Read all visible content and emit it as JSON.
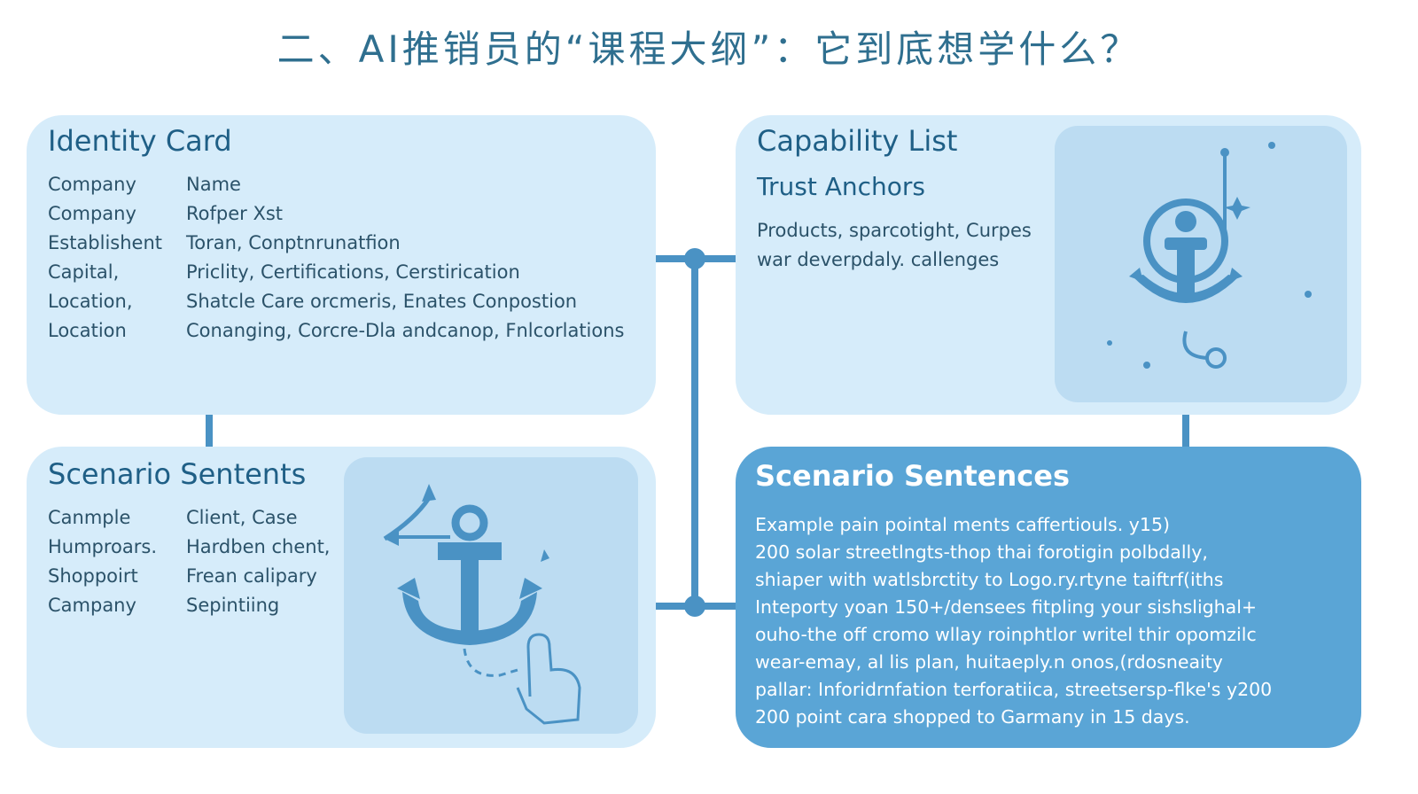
{
  "title": "二、AI推销员的“课程大纲”：它到底想学什么？",
  "identity_card": {
    "heading": "Identity Card",
    "rows": [
      {
        "label": "Company",
        "value": "Name"
      },
      {
        "label": "Company",
        "value": "Rofper Xst"
      },
      {
        "label": "Establishent",
        "value": "Toran, Conptnrunatfion"
      },
      {
        "label": "Capital,",
        "value": "Priclity, Certifications, Cerstirication"
      },
      {
        "label": "Location,",
        "value": "Shatcle Care orcmeris, Enates Conpostion"
      },
      {
        "label": "Location",
        "value": "Conanging, Corcre-Dla andcanop, Fnlcorlations"
      }
    ]
  },
  "capability_list": {
    "heading": "Capability List",
    "subheading": "Trust Anchors",
    "lines": [
      "Products, sparcotight, Curpes",
      "war deverpdaly. callenges"
    ],
    "illustration_icon": "anchor-badge-icon"
  },
  "scenario_left": {
    "heading": "Scenario Sentents",
    "rows": [
      {
        "label": "Canmple",
        "value": "Client, Case"
      },
      {
        "label": "Humproars.",
        "value": "Hardben chent,"
      },
      {
        "label": "Shoppoirt",
        "value": "Frean calipary"
      },
      {
        "label": "Campany",
        "value": "Sepintiing"
      }
    ],
    "illustration_icon": "anchor-hand-icon"
  },
  "scenario_right": {
    "heading": "Scenario Sentences",
    "lines": [
      "Example pain pointal ments caffertiouls. y15)",
      "200 solar streetlngts-thop thai forotigin polbdally,",
      "shiaper with watlsbrctity to Logo.ry.rtyne taiftrf(iths",
      "Inteporty yoan 150+/densees fitpling your sishslighal+",
      "ouho-the off cromo wllay roinphtlor writel thir opomzilc",
      "wear-emay, al lis plan, huitaeply.n onos,(rdosneaity",
      "pallar: Inforidrnfation terforatiica, streetsersp-flke's y200",
      "200 point cara shopped to Garmany in 15 days."
    ]
  },
  "colors": {
    "card_light": "#d6ecfa",
    "card_dark": "#5aa5d6",
    "connector": "#4a92c4",
    "heading_text": "#1f5f86"
  }
}
